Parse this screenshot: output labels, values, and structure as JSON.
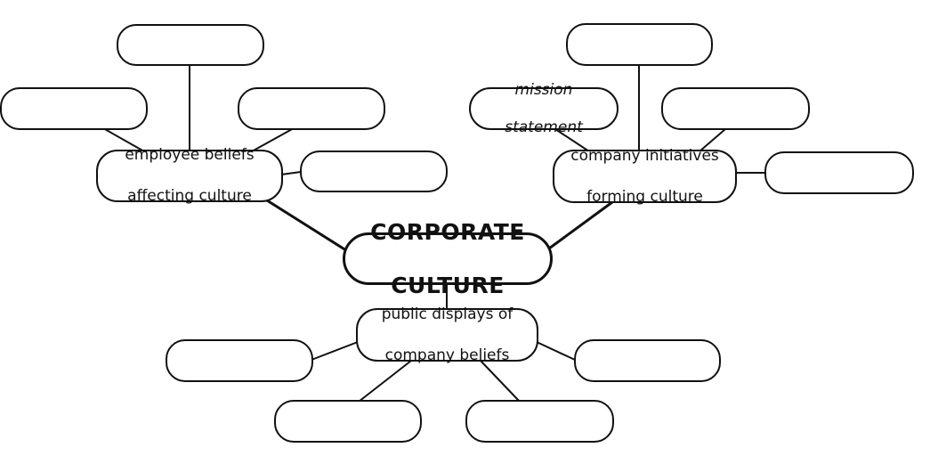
{
  "center": {
    "line1": "CORPORATE",
    "line2": "CULTURE"
  },
  "branches": {
    "employee": {
      "line1": "employee beliefs",
      "line2": "affecting culture"
    },
    "company": {
      "line1": "company initiatives",
      "line2": "forming culture"
    },
    "public": {
      "line1": "public displays of",
      "line2": "company beliefs"
    }
  },
  "filled": {
    "mission": {
      "line1": "mission",
      "line2": "statement"
    }
  },
  "colors": {
    "stroke": "#111111",
    "background": "#ffffff"
  }
}
